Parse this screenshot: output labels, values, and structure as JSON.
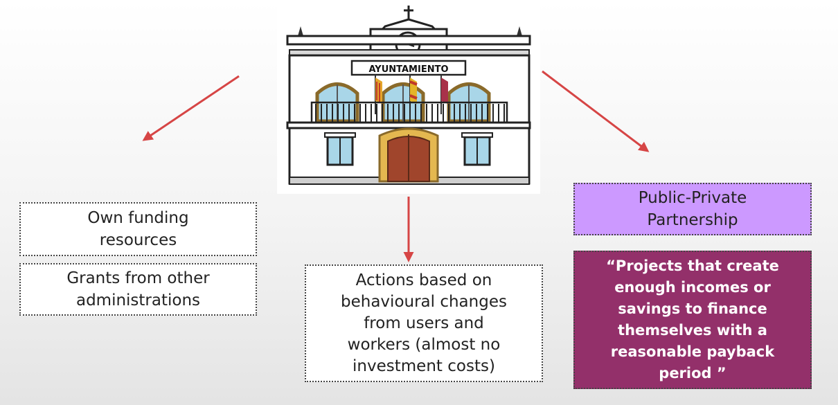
{
  "building": {
    "sign": "AYUNTAMIENTO",
    "icon": "town-hall-icon"
  },
  "boxes": {
    "own_funding": "Own funding\nresources",
    "grants": "Grants from other\nadministrations",
    "actions": "Actions based on\nbehavioural changes\nfrom users and\nworkers (almost no\ninvestment costs)",
    "ppp": "Public-Private\nPartnership",
    "quote": "“Projects that create\nenough incomes or\nsavings to finance\nthemselves with a\nreasonable payback\nperiod ”"
  },
  "colors": {
    "arrow": "#d64545",
    "ppp_fill": "#cc99ff",
    "quote_fill": "#93306a",
    "box_border": "#444444"
  }
}
